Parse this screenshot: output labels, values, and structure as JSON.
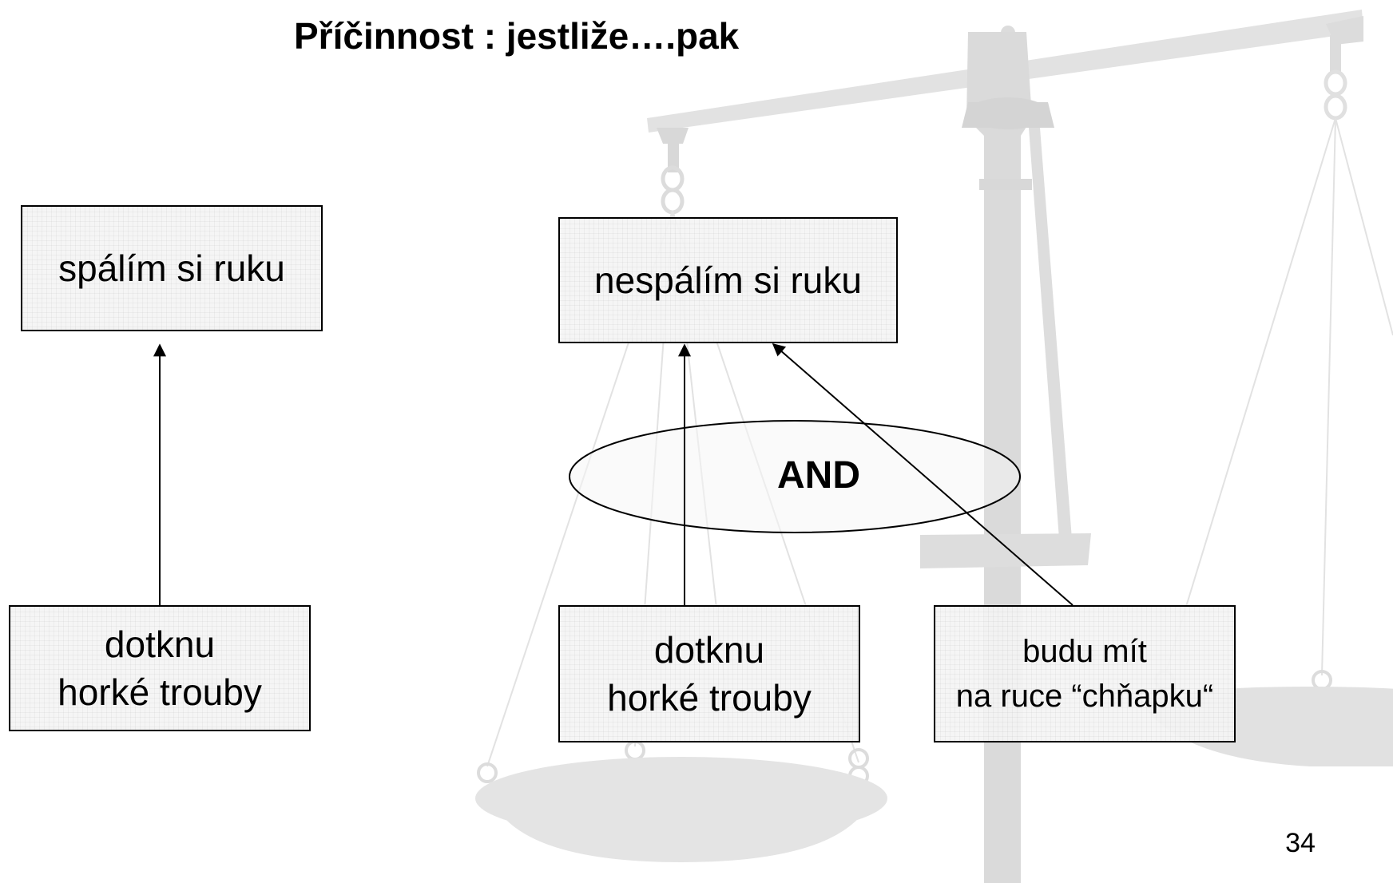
{
  "title": "Příčinnost : jestliže….pak",
  "left_diagram": {
    "effect": "spálím si ruku",
    "cause": "dotknu\nhorké trouby"
  },
  "right_diagram": {
    "effect": "nespálím si ruku",
    "connector": "AND",
    "cause_1": "dotknu\nhorké trouby",
    "cause_2": "budu mít\nna ruce “chňapku“"
  },
  "page_number": "34"
}
